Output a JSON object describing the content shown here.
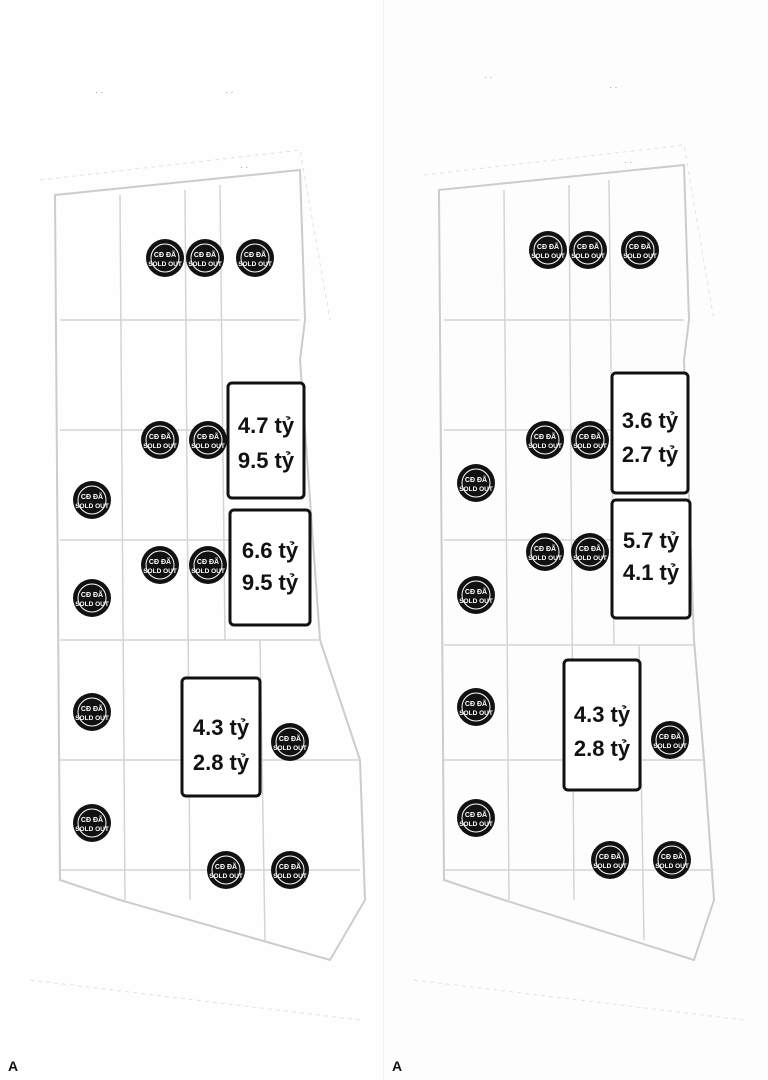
{
  "left": {
    "sold_label_top": "CĐ ĐÃ",
    "sold_label_bottom": "SOLD OUT",
    "highlight_1_line1": "4.7 tỷ",
    "highlight_1_line2": "9.5 tỷ",
    "highlight_2_line1": "6.6 tỷ",
    "highlight_2_line2": "9.5 tỷ",
    "highlight_3_line1": "4.3 tỷ",
    "highlight_3_line2": "2.8 tỷ",
    "corner_label": "A"
  },
  "right": {
    "sold_label_top": "CĐ ĐÃ",
    "sold_label_bottom": "SOLD OUT",
    "highlight_1_line1": "3.6 tỷ",
    "highlight_1_line2": "2.7 tỷ",
    "highlight_2_line1": "5.7 tỷ",
    "highlight_2_line2": "4.1 tỷ",
    "highlight_3_line1": "4.3 tỷ",
    "highlight_3_line2": "2.8 tỷ",
    "corner_label": "A"
  },
  "colors": {
    "ink": "#111111",
    "line": "#cfcfcf",
    "faint": "#9a9a9a"
  }
}
